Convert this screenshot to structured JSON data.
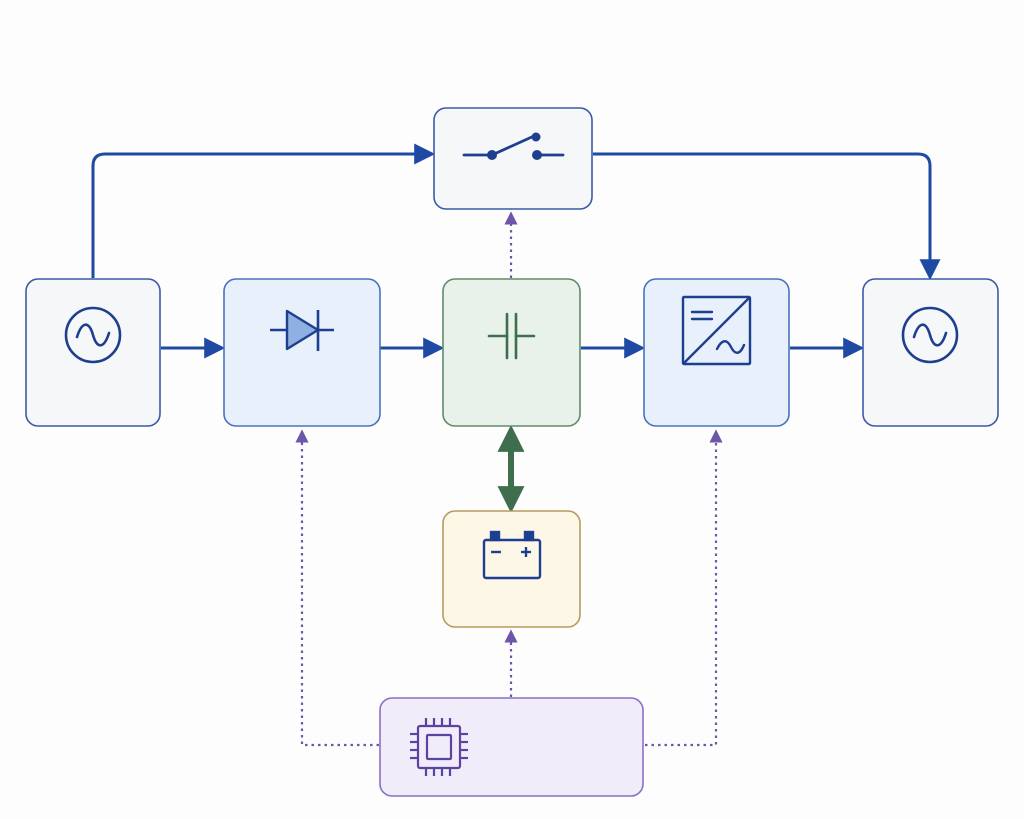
{
  "colors": {
    "background": "#fdfdfd",
    "power_flow": "#1f4aa3",
    "dc_link_flow": "#3f6e4f",
    "control_signal": "#6e55a8",
    "icon_stroke": "#1e3f8f",
    "neutral_fill": "#f6f7f9",
    "neutral_stroke": "#3a5aa8",
    "power_stage_fill": "#e7f0fb",
    "power_stage_stroke": "#4a72c0",
    "dc_bus_fill": "#e9f2ea",
    "dc_bus_stroke": "#5f8c6a",
    "battery_fill": "#fdf7e8",
    "battery_stroke": "#b89a5e",
    "controller_fill": "#f1ecfa",
    "controller_stroke": "#8a70c4",
    "controller_icon": "#5b43a0"
  },
  "blocks": [
    {
      "id": "ac-input",
      "icon": "ac-source-icon"
    },
    {
      "id": "rectifier",
      "icon": "diode-icon"
    },
    {
      "id": "dc-bus",
      "icon": "capacitor-icon"
    },
    {
      "id": "inverter",
      "icon": "dc-ac-converter-icon"
    },
    {
      "id": "ac-output",
      "icon": "ac-source-icon"
    },
    {
      "id": "bypass-switch",
      "icon": "switch-icon"
    },
    {
      "id": "battery",
      "icon": "battery-icon"
    },
    {
      "id": "controller",
      "icon": "chip-icon"
    }
  ],
  "connections": [
    {
      "from": "ac-input",
      "to": "rectifier",
      "style": "power"
    },
    {
      "from": "rectifier",
      "to": "dc-bus",
      "style": "power"
    },
    {
      "from": "dc-bus",
      "to": "inverter",
      "style": "power"
    },
    {
      "from": "inverter",
      "to": "ac-output",
      "style": "power"
    },
    {
      "from": "ac-input",
      "to": "bypass-switch",
      "style": "power"
    },
    {
      "from": "bypass-switch",
      "to": "ac-output",
      "style": "power"
    },
    {
      "from": "dc-bus",
      "to": "battery",
      "style": "bidirectional"
    },
    {
      "from": "dc-bus",
      "to": "bypass-switch",
      "style": "control"
    },
    {
      "from": "controller",
      "to": "battery",
      "style": "control"
    },
    {
      "from": "controller",
      "to": "rectifier",
      "style": "control"
    },
    {
      "from": "controller",
      "to": "inverter",
      "style": "control"
    }
  ]
}
